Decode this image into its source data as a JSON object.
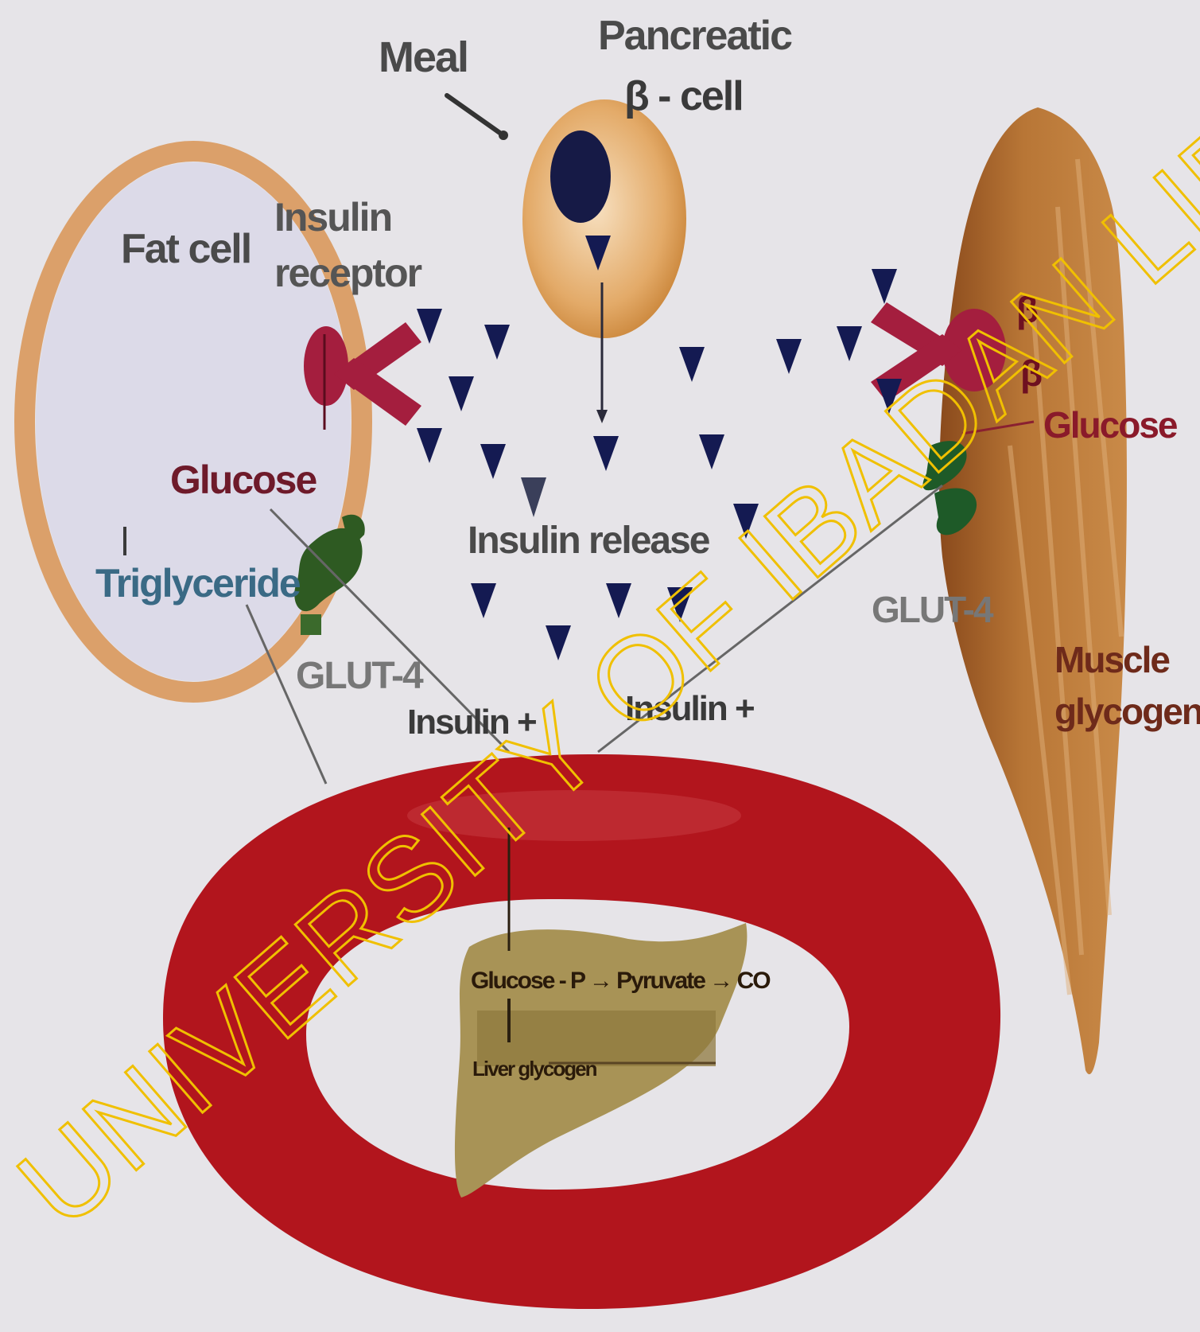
{
  "labels": {
    "meal": "Meal",
    "pancreatic_line1": "Pancreatic",
    "pancreatic_line2": "β - cell",
    "fat_cell": "Fat cell",
    "insulin_receptor_line1": "Insulin",
    "insulin_receptor_line2": "receptor",
    "glucose_left": "Glucose",
    "triglyceride": "Triglyceride",
    "glut4_left": "GLUT-4",
    "insulin_release": "Insulin release",
    "insulin_plus_left": "Insulin +",
    "insulin_plus_right": "Insulin +",
    "glucose_right": "Glucose",
    "glut4_right": "GLUT-4",
    "muscle_line1": "Muscle",
    "muscle_line2": "glycogen",
    "beta1": "β",
    "beta2": "β",
    "liver_pathway": "Glucose - P → Pyruvate → CO",
    "liver_glycogen": "Liver glycogen"
  },
  "watermark": "UNIVERSITY OF IBADAN LIBRARY",
  "colors": {
    "background": "#e6e4e8",
    "fat_cell_ring": "#dba06a",
    "beta_cell": "#d9954a",
    "nucleus": "#161a46",
    "insulin": "#141a52",
    "receptor": "#a41e3e",
    "glut4": "#2e5a22",
    "blood_vessel": "#b2151d",
    "liver": "#a89356",
    "muscle": "#b87636",
    "glucose_text": "#6e1a2a",
    "triglyceride_text": "#3a6a85",
    "watermark": "#f0c000"
  }
}
